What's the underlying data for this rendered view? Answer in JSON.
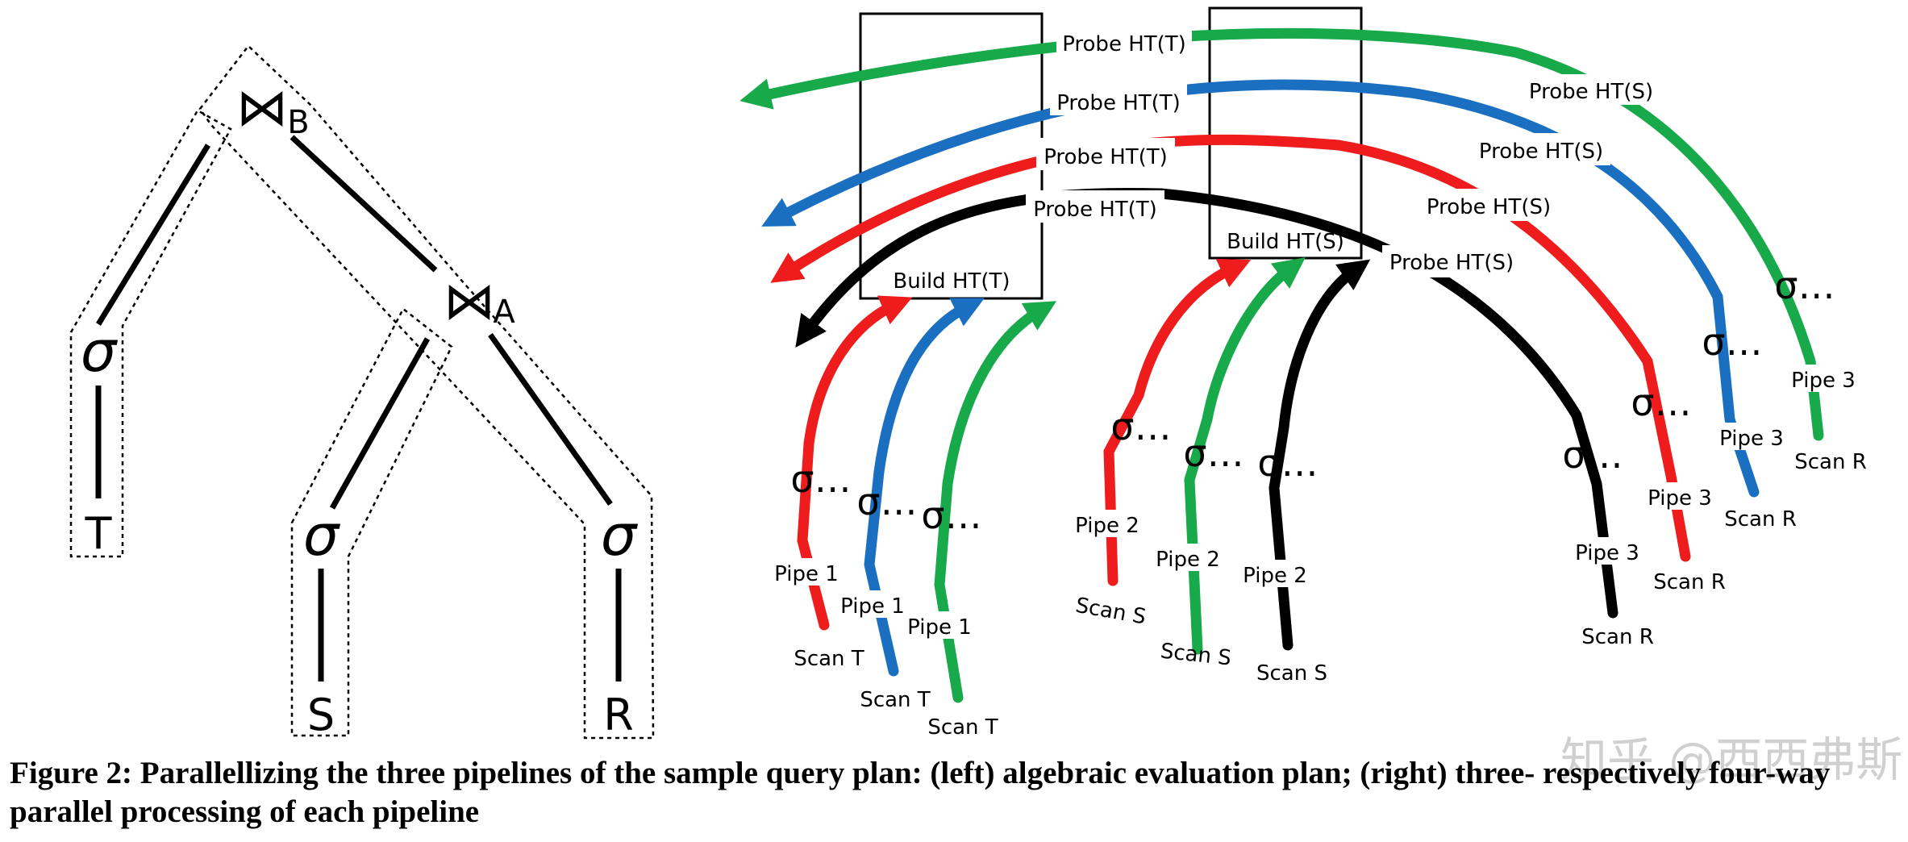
{
  "figure": {
    "left_plan": {
      "joins": [
        {
          "symbol": "⋈",
          "subscript": "B"
        },
        {
          "symbol": "⋈",
          "subscript": "A"
        }
      ],
      "selection_symbol": "σ",
      "relations": [
        "T",
        "S",
        "R"
      ]
    },
    "right_plan": {
      "build_labels": [
        "Build HT(T)",
        "Build HT(S)"
      ],
      "probe_t_labels": [
        "Probe HT(T)",
        "Probe HT(T)",
        "Probe HT(T)",
        "Probe HT(T)"
      ],
      "probe_s_labels": [
        "Probe HT(S)",
        "Probe HT(S)",
        "Probe HT(S)",
        "Probe HT(S)"
      ],
      "selection_label": "σ…",
      "pipe_labels": {
        "pipe1": "Pipe 1",
        "pipe2": "Pipe 2",
        "pipe3": "Pipe 3"
      },
      "scan_labels": {
        "scan_t": "Scan T",
        "scan_s": "Scan S",
        "scan_r": "Scan R"
      },
      "colors": {
        "red": "#ee1c1c",
        "blue": "#1a6fc0",
        "green": "#17a94a",
        "black": "#000000"
      }
    }
  },
  "caption": "Figure 2: Parallellizing the three pipelines of the sample query plan: (left) algebraic evaluation plan; (right) three- respectively four-way parallel processing of each pipeline",
  "watermark": "知乎 @西西弗斯"
}
